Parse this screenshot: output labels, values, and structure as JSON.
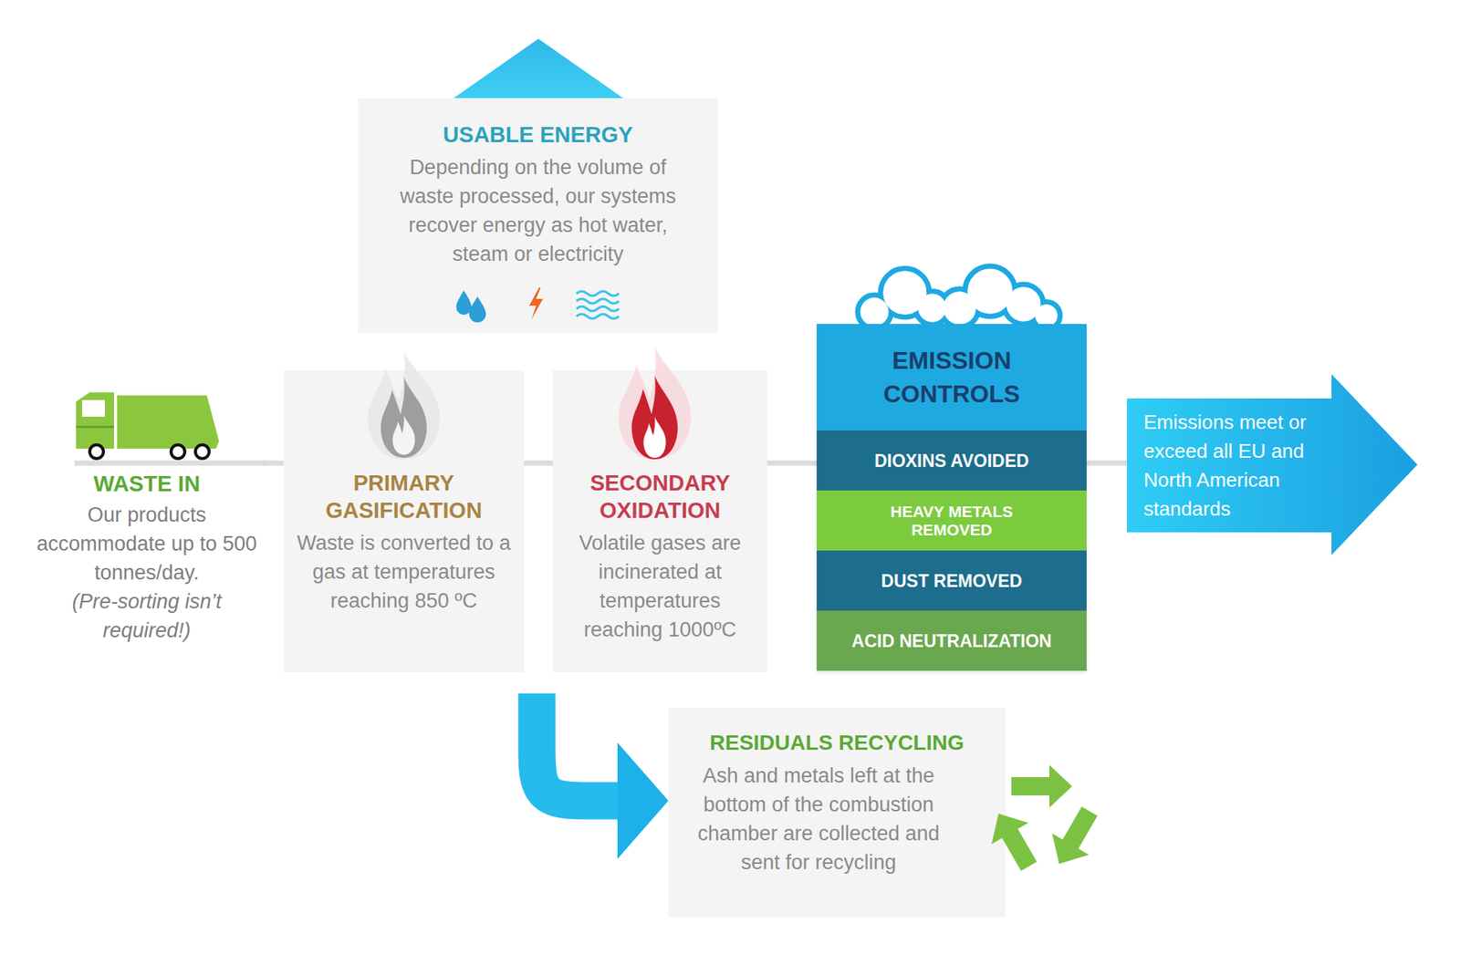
{
  "diagram": {
    "nodes": [
      {
        "text": [
          "USABLE ENERGY",
          "Depending on the volume of waste processed, our systems recover energy as hot water, steam or electricity"
        ]
      },
      {
        "text": [
          "WASTE IN",
          "Our products accommodate up to 500 tonnes/day.",
          "(Pre-sorting isn’t required!)"
        ]
      },
      {
        "text": [
          "PRIMARY GASIFICATION",
          "Waste is converted to a gas at temperatures reaching 850 ºC"
        ]
      },
      {
        "text": [
          "SECONDARY OXIDATION",
          "Volatile gases are incinerated at temperatures reaching 1000ºC"
        ]
      },
      {
        "text": [
          "EMISSION CONTROLS"
        ]
      },
      {
        "text": [
          "DIOXINS AVOIDED"
        ],
        "in": 4
      },
      {
        "text": [
          "HEAVY METALS REMOVED"
        ],
        "in": 4
      },
      {
        "text": [
          "DUST REMOVED"
        ],
        "in": 4
      },
      {
        "text": [
          "ACID NEUTRALIZATION"
        ],
        "in": 4
      },
      {
        "text": [
          "Emissions meet or exceed all EU and North American standards"
        ]
      },
      {
        "text": [
          "RESIDUALS RECYCLING",
          "Ash and metals left at the bottom of the combustion chamber are collected and sent for recycling"
        ]
      }
    ],
    "edges": [
      {
        "from": 1,
        "to": 2,
        "arrow": "none"
      },
      {
        "from": 2,
        "to": 3,
        "arrow": "none"
      },
      {
        "from": 3,
        "to": 4,
        "arrow": "none"
      },
      {
        "from": 4,
        "to": 9,
        "arrow": "none"
      },
      {
        "from": 2,
        "to": 10,
        "arrow": "to"
      }
    ]
  }
}
